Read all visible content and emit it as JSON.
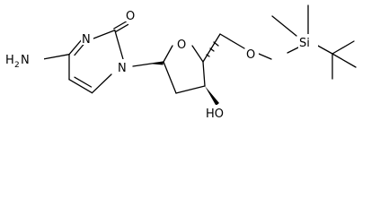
{
  "molecule": {
    "atoms": {
      "o_carbonyl": "O",
      "n3": "N",
      "n1": "N",
      "amine_h": "H",
      "amine_h_count": "2",
      "amine_n": "N",
      "o_ring": "O",
      "o_ether": "O",
      "si": "Si",
      "hydroxyl": "HO"
    }
  }
}
